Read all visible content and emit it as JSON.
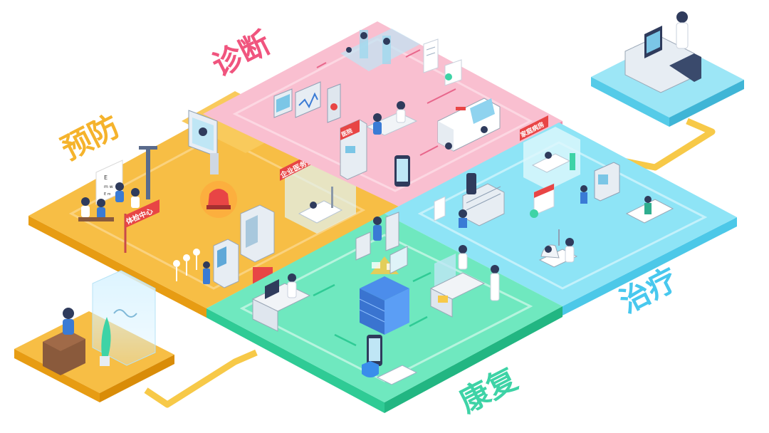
{
  "zones": {
    "prevention": {
      "title": "预防",
      "color": "#F5B32C",
      "title_color": "#F5B32C"
    },
    "diagnosis": {
      "title": "诊断",
      "color": "#F8A9C0",
      "title_color": "#F0547E"
    },
    "treatment": {
      "title": "治疗",
      "color": "#6DDAF2",
      "title_color": "#48C8EE"
    },
    "rehab": {
      "title": "康复",
      "color": "#4FE0B0",
      "title_color": "#3ED3A6"
    }
  },
  "signs": {
    "checkup_center": "体检中心",
    "enterprise_clinic": "企业医务室",
    "hospital_sign": "医院",
    "family_ward": "家庭病房"
  },
  "colors": {
    "prevention_floor": "#F7BE45",
    "prevention_edge": "#E79C13",
    "diagnosis_floor": "#F9BFD0",
    "diagnosis_edge": "#EE8FAE",
    "treatment_floor": "#8EE4F6",
    "treatment_edge": "#4CC8E8",
    "rehab_floor": "#6FE8BF",
    "rehab_edge": "#2FCB95",
    "connector": "#F7C948",
    "accent_red": "#E84545"
  }
}
